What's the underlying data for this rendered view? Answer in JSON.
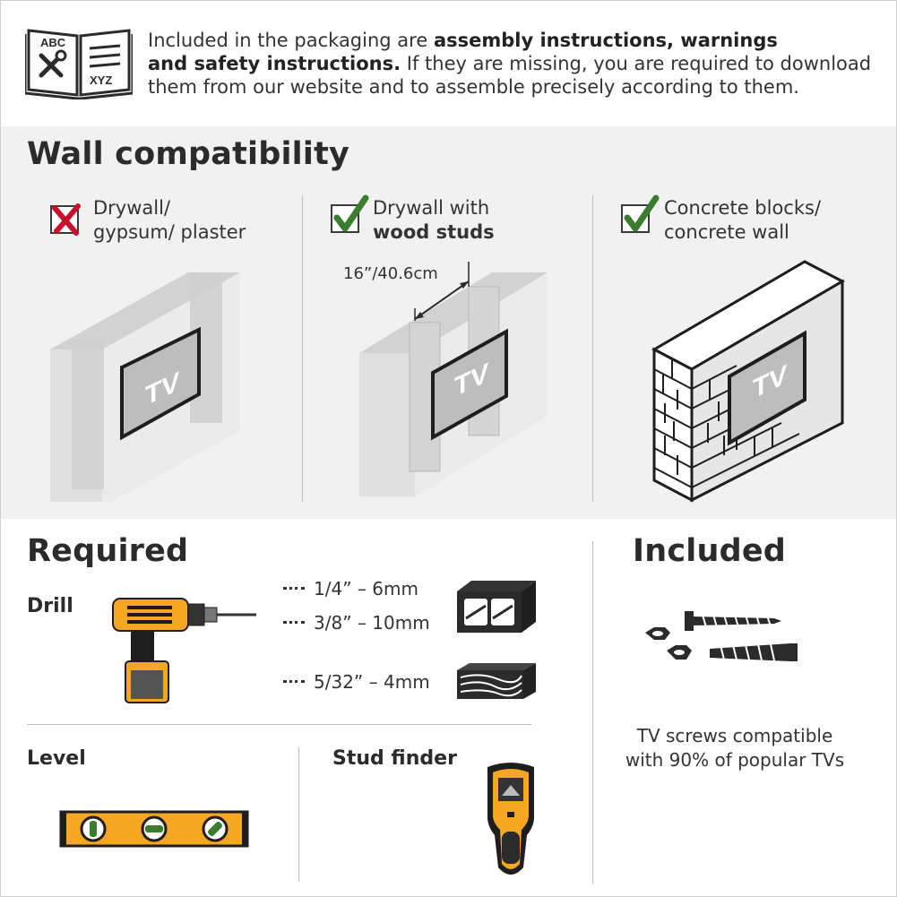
{
  "instructions": {
    "manual_icon": "instruction-manual-icon",
    "manual_text_left": "ABC",
    "manual_text_right": "XYZ",
    "line1_regular": "Included in the packaging are ",
    "line1_bold": "assembly instructions, warnings",
    "line2_bold": "and safety instructions.",
    "line2_regular": " If they are missing, you are required to download",
    "line3_regular": "them from our website and to assemble precisely according to them."
  },
  "wall": {
    "title": "Wall compatibility",
    "options": [
      {
        "status": "incompatible",
        "icon": "red-x-checkbox-icon",
        "line1": "Drywall/",
        "line2": "gypsum/ plaster",
        "tv_label": "TV"
      },
      {
        "status": "compatible",
        "icon": "green-check-checkbox-icon",
        "line1": "Drywall with",
        "line2_bold": "wood studs",
        "tv_label": "TV",
        "dimension": "16”/40.6cm"
      },
      {
        "status": "compatible",
        "icon": "green-check-checkbox-icon",
        "line1": "Concrete blocks/",
        "line2": "concrete wall",
        "tv_label": "TV"
      }
    ]
  },
  "required": {
    "title": "Required",
    "drill": {
      "label": "Drill",
      "bits": [
        "1/4” – 6mm",
        "3/8” – 10mm",
        "5/32” – 4mm"
      ],
      "icons": [
        "drill-icon",
        "drill-bit-icon",
        "concrete-block-icon",
        "wood-plank-icon"
      ]
    },
    "level": {
      "label": "Level",
      "icon": "spirit-level-icon"
    },
    "stud_finder": {
      "label": "Stud finder",
      "icon": "stud-finder-icon"
    }
  },
  "included": {
    "title": "Included",
    "icon": "screws-nuts-anchors-icon",
    "line1": "TV screws compatible",
    "line2": "with 90% of popular TVs"
  },
  "colors": {
    "accent_yellow": "#f5a623",
    "check_green": "#3a7d2c",
    "cross_red": "#c8102e",
    "panel_gray": "#f1f1f1",
    "text": "#2b2b2b"
  }
}
